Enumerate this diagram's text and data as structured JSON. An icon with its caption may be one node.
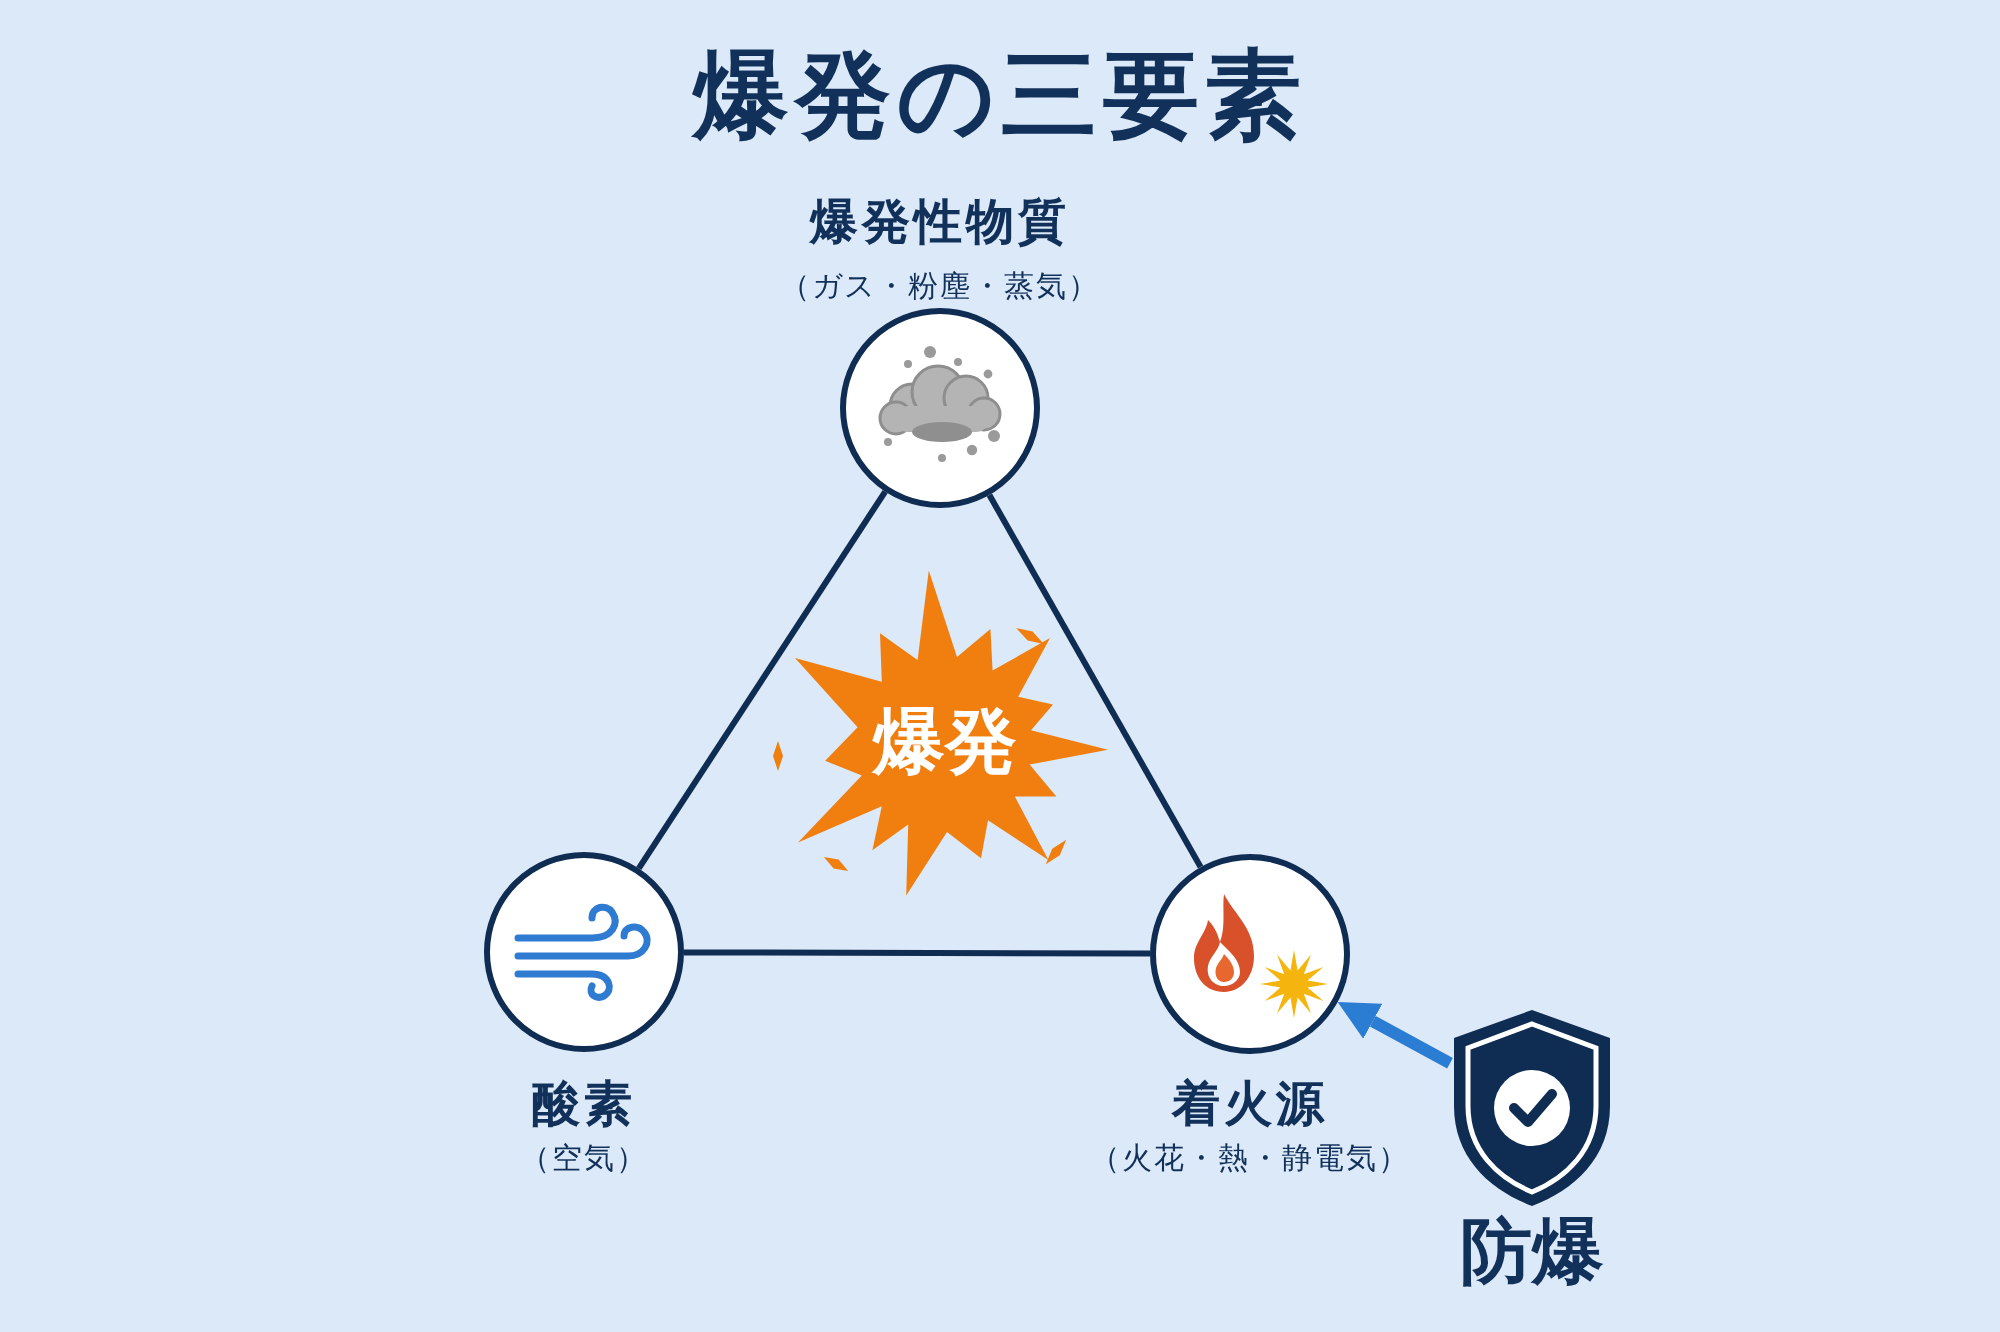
{
  "diagram": {
    "title": "爆発の三要素",
    "nodes": [
      {
        "text": [
          "爆発性物質",
          "（ガス・粉塵・蒸気）"
        ]
      },
      {
        "text": [
          "爆発"
        ]
      },
      {
        "text": [
          "酸素",
          "（空気）"
        ]
      },
      {
        "text": [
          "着火源",
          "（火花・熱・静電気）"
        ]
      },
      {
        "text": [
          "防爆"
        ]
      }
    ],
    "edges": [
      {
        "from": 0,
        "to": 2,
        "arrow": "none"
      },
      {
        "from": 0,
        "to": 3,
        "arrow": "none"
      },
      {
        "from": 2,
        "to": 3,
        "arrow": "none"
      },
      {
        "from": 4,
        "to": 3,
        "arrow": "to",
        "style": "thick",
        "color": "#2b7cd3"
      }
    ]
  }
}
